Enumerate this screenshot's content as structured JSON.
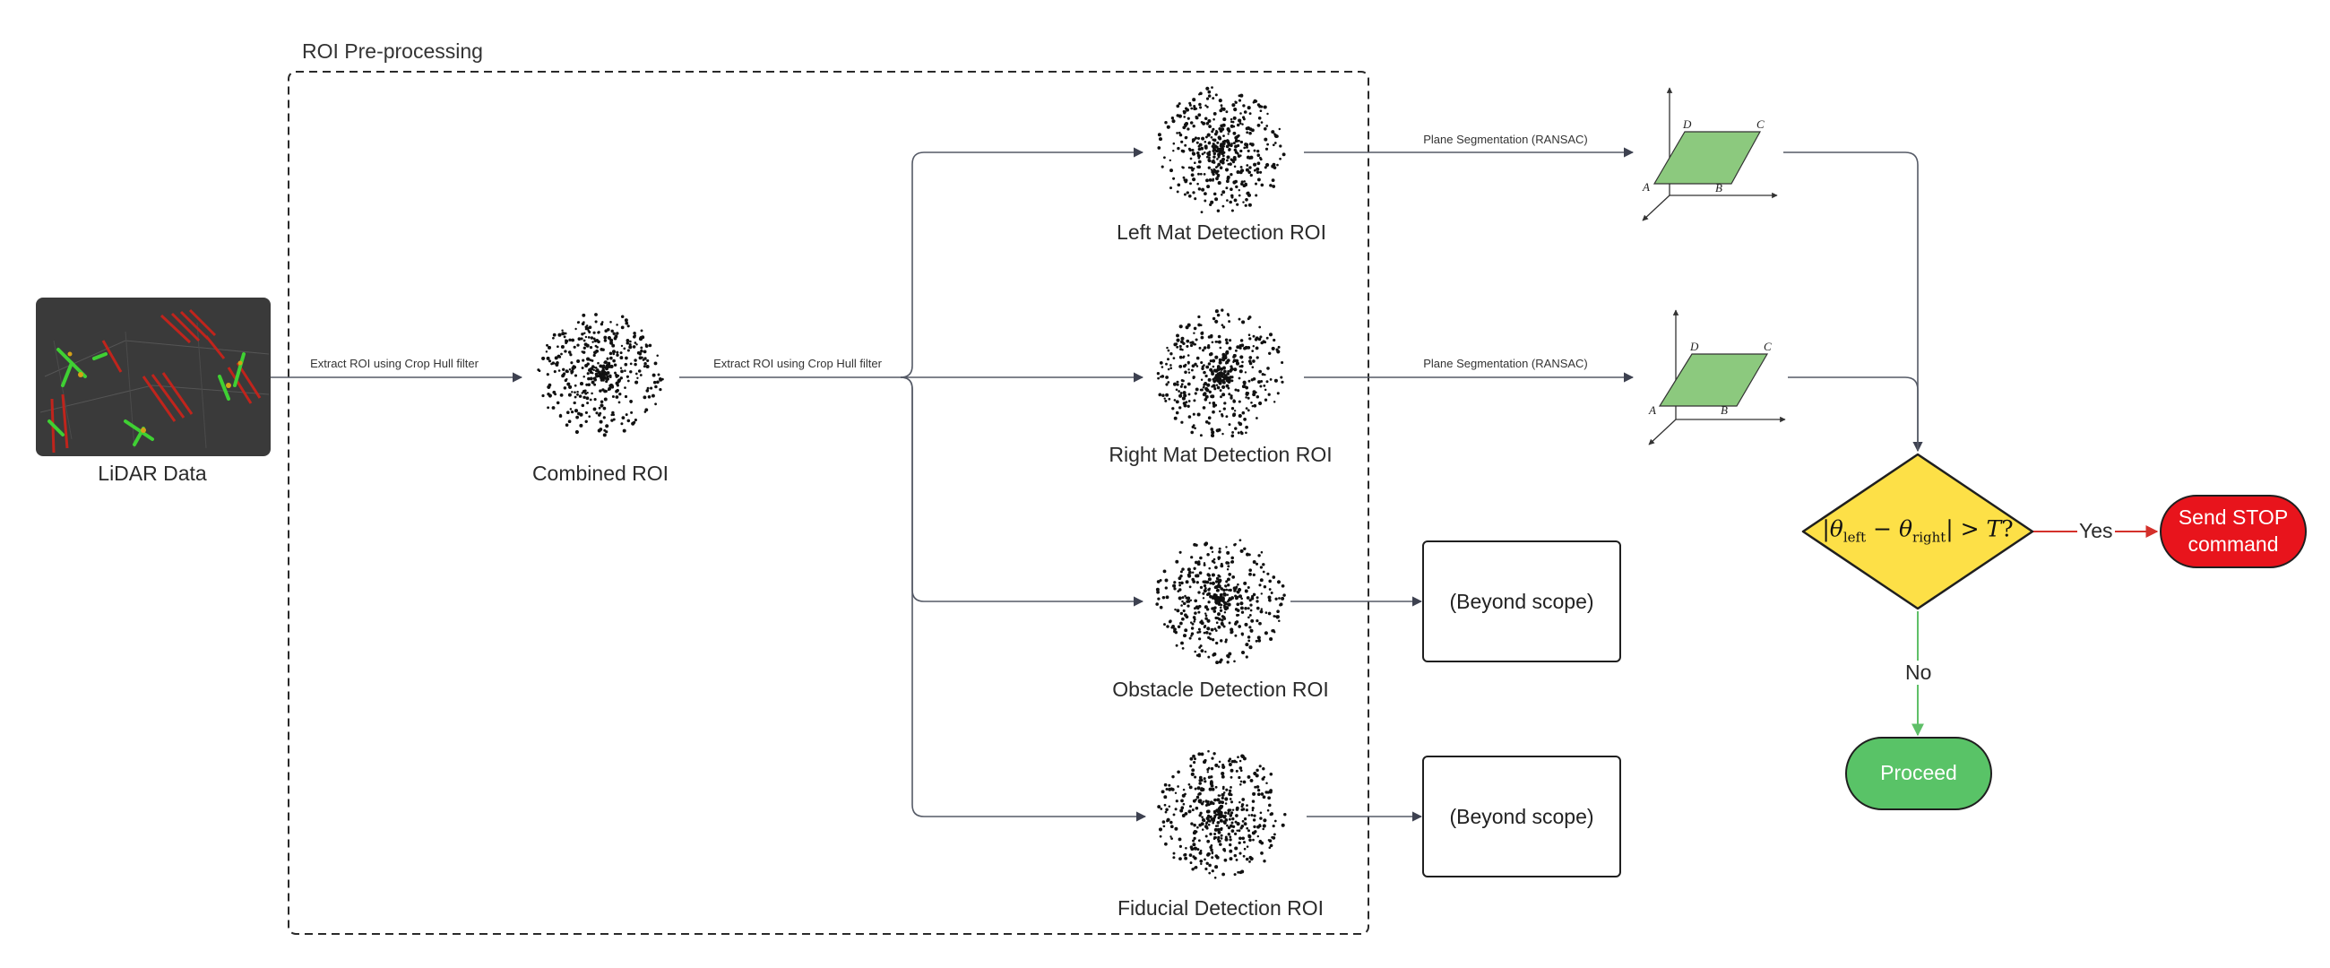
{
  "group": {
    "title": "ROI Pre-processing"
  },
  "nodes": {
    "lidar": {
      "label": "LiDAR Data"
    },
    "combined": {
      "label": "Combined ROI"
    },
    "left_mat": {
      "label": "Left Mat Detection ROI"
    },
    "right_mat": {
      "label": "Right Mat Detection ROI"
    },
    "obstacle": {
      "label": "Obstacle Detection ROI"
    },
    "fiducial": {
      "label": "Fiducial Detection ROI"
    },
    "beyond_1": {
      "label": "(Beyond scope)"
    },
    "beyond_2": {
      "label": "(Beyond scope)"
    },
    "proceed": {
      "label": "Proceed"
    },
    "stop": {
      "line1": "Send STOP",
      "line2": "command"
    }
  },
  "edges": {
    "extract_1": "Extract ROI using Crop Hull filter",
    "extract_2": "Extract ROI using Crop Hull filter",
    "plane_left": "Plane Segmentation (RANSAC)",
    "plane_right": "Plane Segmentation (RANSAC)",
    "yes": "Yes",
    "no": "No"
  },
  "decision": {
    "abs_open": "|",
    "theta": "θ",
    "left_sub": "left",
    "minus": " − ",
    "right_sub": "right",
    "abs_close": "| > ",
    "threshold": "T",
    "question": "?"
  },
  "plane_points": [
    "A",
    "B",
    "C",
    "D"
  ],
  "colors": {
    "decision_fill": "#fde047",
    "proceed_fill": "#59c367",
    "stop_fill": "#e8141c",
    "plane_fill": "#8cc97e",
    "yes_edge": "#d4302b",
    "no_edge": "#5fbf68",
    "edge": "#555a66"
  }
}
